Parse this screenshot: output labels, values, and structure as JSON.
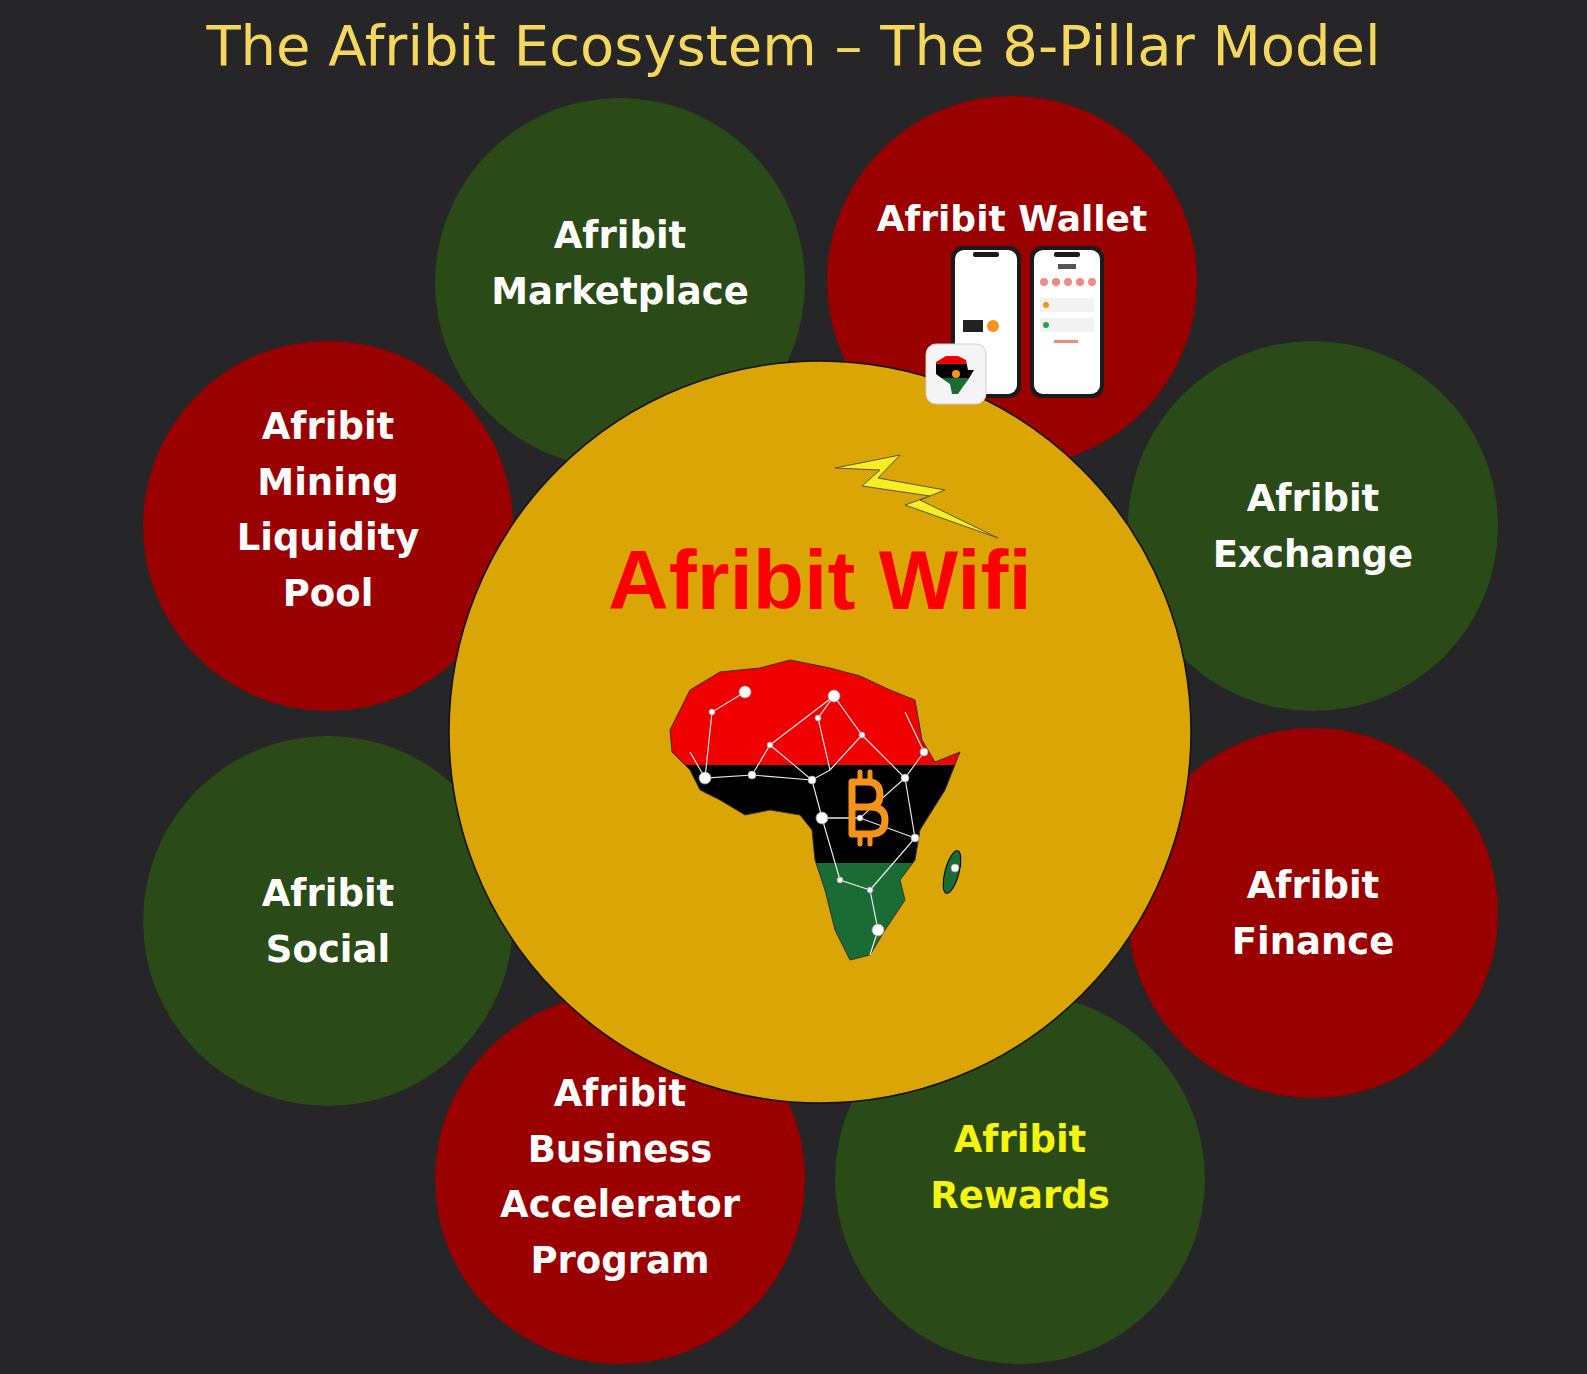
{
  "diagram": {
    "title": "The Afribit Ecosystem – The 8-Pillar Model",
    "nodes": [
      {
        "text": [
          "Afribit Marketplace"
        ]
      },
      {
        "text": [
          "Afribit Wallet"
        ]
      },
      {
        "text": [
          "Afribit Mining Liquidity Pool"
        ]
      },
      {
        "text": [
          "Afribit Exchange"
        ]
      },
      {
        "text": [
          "Afribit Wifi"
        ]
      },
      {
        "text": [
          "Afribit Social"
        ]
      },
      {
        "text": [
          "Afribit Finance"
        ]
      },
      {
        "text": [
          "Afribit Business Accelerator Program"
        ]
      },
      {
        "text": [
          "Afribit Rewards"
        ]
      }
    ]
  }
}
